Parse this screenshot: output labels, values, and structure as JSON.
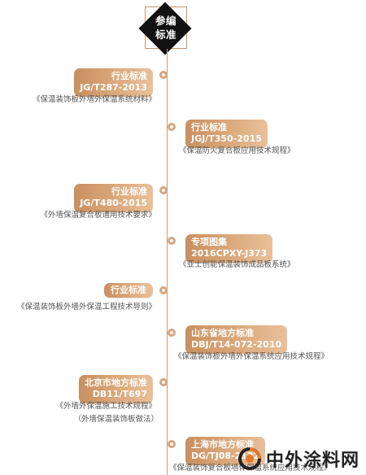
{
  "header": {
    "title_line1": "参编",
    "title_line2": "标准"
  },
  "entries": [
    {
      "tag_line1": "行业标准",
      "tag_line2": "JG/T287-2013",
      "desc": "《保温装饰板外墙外保温系统材料》"
    },
    {
      "tag_line1": "行业标准",
      "tag_line2": "JGJ/T350-2015",
      "desc": "《保温防火复合板应用技术规程》"
    },
    {
      "tag_line1": "行业标准",
      "tag_line2": "JG/T480-2015",
      "desc": "《外墙保温复合板通用技术要求》"
    },
    {
      "tag_line1": "专项图集",
      "tag_line2": "2016CPXY-J373",
      "desc": "《亚士创能保温装饰成品板系统》"
    },
    {
      "tag_line1": "行业标准",
      "tag_line2": "",
      "desc": "《保温装饰板外墙外保温工程技术导则》"
    },
    {
      "tag_line1": "山东省地方标准",
      "tag_line2": "DBJ/T14-072-2010",
      "desc": "《保温装饰板外墙外保温系统应用技术规程》"
    },
    {
      "tag_line1": "北京市地方标准",
      "tag_line2": "DB11/T697",
      "desc": "《外墙外保温施工技术规程》",
      "desc2": "（外墙保温装饰板做法）"
    },
    {
      "tag_line1": "上海市地方标准",
      "tag_line2": "DG/TJ08-2122",
      "desc": "《保温装饰复合板墙体保温系统应用技术规程》"
    }
  ],
  "watermark": {
    "text": "中外涂料网"
  },
  "colors": {
    "accent": "#d6a57c",
    "line": "#c99a73",
    "diamond": "#111111"
  }
}
